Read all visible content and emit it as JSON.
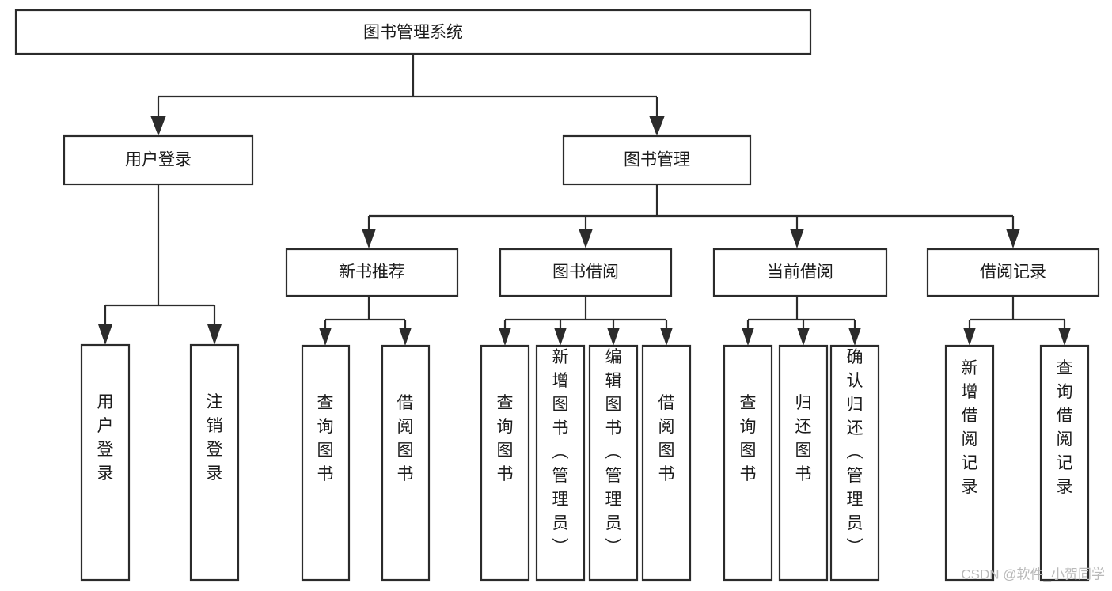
{
  "diagram": {
    "title": "图书管理系统",
    "type": "tree-hierarchy",
    "watermark": "CSDN @软件_小贺同学",
    "colors": {
      "background": "#ffffff",
      "box_fill": "#ffffff",
      "box_stroke": "#2b2b2b",
      "connector": "#2b2b2b",
      "label": "#1b1b1b",
      "watermark": "#b9b9b9"
    },
    "root": {
      "id": "root",
      "label": "图书管理系统",
      "orientation": "horizontal"
    },
    "level1": [
      {
        "id": "user-login",
        "label": "用户登录",
        "orientation": "horizontal"
      },
      {
        "id": "book-management",
        "label": "图书管理",
        "orientation": "horizontal"
      }
    ],
    "level2": [
      {
        "id": "new-book-recommend",
        "label": "新书推荐",
        "orientation": "horizontal",
        "parent": "book-management"
      },
      {
        "id": "book-borrow",
        "label": "图书借阅",
        "orientation": "horizontal",
        "parent": "book-management"
      },
      {
        "id": "current-borrow",
        "label": "当前借阅",
        "orientation": "horizontal",
        "parent": "book-management"
      },
      {
        "id": "borrow-record",
        "label": "借阅记录",
        "orientation": "horizontal",
        "parent": "book-management"
      }
    ],
    "leaves": [
      {
        "id": "leaf-user-login",
        "label": "用户登录",
        "orientation": "vertical",
        "parent": "user-login"
      },
      {
        "id": "leaf-user-logout",
        "label": "注销登录",
        "orientation": "vertical",
        "parent": "user-login"
      },
      {
        "id": "leaf-query-book-1",
        "label": "查询图书",
        "orientation": "vertical",
        "parent": "new-book-recommend"
      },
      {
        "id": "leaf-borrow-book-1",
        "label": "借阅图书",
        "orientation": "vertical",
        "parent": "new-book-recommend"
      },
      {
        "id": "leaf-query-book-2",
        "label": "查询图书",
        "orientation": "vertical",
        "parent": "book-borrow"
      },
      {
        "id": "leaf-add-book",
        "label": "新增图书（管理员）",
        "orientation": "vertical",
        "parent": "book-borrow"
      },
      {
        "id": "leaf-edit-book",
        "label": "编辑图书（管理员）",
        "orientation": "vertical",
        "parent": "book-borrow"
      },
      {
        "id": "leaf-borrow-book-2",
        "label": "借阅图书",
        "orientation": "vertical",
        "parent": "book-borrow"
      },
      {
        "id": "leaf-query-book-3",
        "label": "查询图书",
        "orientation": "vertical",
        "parent": "current-borrow"
      },
      {
        "id": "leaf-return-book",
        "label": "归还图书",
        "orientation": "vertical",
        "parent": "current-borrow"
      },
      {
        "id": "leaf-confirm-return",
        "label": "确认归还（管理员）",
        "orientation": "vertical",
        "parent": "current-borrow"
      },
      {
        "id": "leaf-add-record",
        "label": "新增借阅记录",
        "orientation": "vertical",
        "parent": "borrow-record"
      },
      {
        "id": "leaf-query-record",
        "label": "查询借阅记录",
        "orientation": "vertical",
        "parent": "borrow-record"
      }
    ]
  }
}
